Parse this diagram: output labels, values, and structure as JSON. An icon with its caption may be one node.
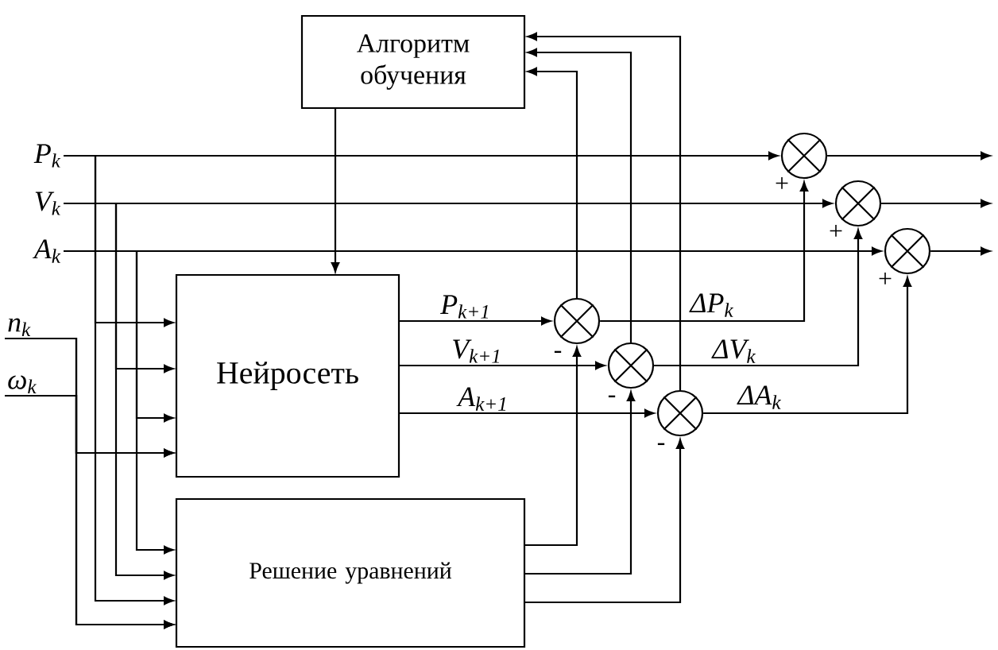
{
  "diagram": {
    "nodes": [
      {
        "text": [
          "Алгоритм обучения"
        ]
      },
      {
        "text": [
          "P$_{k}$"
        ]
      },
      {
        "text": [
          "V$_{k}$"
        ]
      },
      {
        "text": [
          "A$_{k}$"
        ]
      },
      {
        "text": [
          "n$_{k}$"
        ]
      },
      {
        "text": [
          "ω$_{k}$"
        ]
      },
      {
        "text": [
          "Нейросеть"
        ]
      },
      {
        "text": [
          "Решение уравнений"
        ]
      },
      {
        "text": [],
        "shape": "circle",
        "beside": [
          "-"
        ]
      },
      {
        "text": [],
        "shape": "circle",
        "beside": [
          "-"
        ]
      },
      {
        "text": [],
        "shape": "circle",
        "beside": [
          "-"
        ]
      },
      {
        "text": [],
        "shape": "circle",
        "beside": [
          "+"
        ]
      },
      {
        "text": [],
        "shape": "circle",
        "beside": [
          "+"
        ]
      },
      {
        "text": [],
        "shape": "circle",
        "beside": [
          "+"
        ]
      }
    ],
    "edges": [
      {
        "from": 0,
        "to": 6,
        "arrow": "to"
      },
      {
        "from": 1,
        "to": 6,
        "arrow": "to"
      },
      {
        "from": 1,
        "to": 7,
        "arrow": "to"
      },
      {
        "from": 1,
        "to": 11,
        "arrow": "to"
      },
      {
        "from": 2,
        "to": 6,
        "arrow": "to"
      },
      {
        "from": 2,
        "to": 7,
        "arrow": "to"
      },
      {
        "from": 2,
        "to": 12,
        "arrow": "to"
      },
      {
        "from": 3,
        "to": 6,
        "arrow": "to"
      },
      {
        "from": 3,
        "to": 7,
        "arrow": "to"
      },
      {
        "from": 3,
        "to": 13,
        "arrow": "to"
      },
      {
        "from": 4,
        "to": 6,
        "arrow": "to"
      },
      {
        "from": 4,
        "to": 7,
        "arrow": "to"
      },
      {
        "from": 5,
        "to": 6,
        "arrow": "to"
      },
      {
        "from": 5,
        "to": 7,
        "arrow": "to"
      },
      {
        "from": 6,
        "to": 8,
        "arrow": "to",
        "label": "P$_{k+1}$"
      },
      {
        "from": 6,
        "to": 9,
        "arrow": "to",
        "label": "V$_{k+1}$"
      },
      {
        "from": 6,
        "to": 10,
        "arrow": "to",
        "label": "A$_{k+1}$"
      },
      {
        "from": 7,
        "to": 8,
        "arrow": "to"
      },
      {
        "from": 7,
        "to": 9,
        "arrow": "to"
      },
      {
        "from": 7,
        "to": 10,
        "arrow": "to"
      },
      {
        "from": 8,
        "to": 0,
        "arrow": "to"
      },
      {
        "from": 9,
        "to": 0,
        "arrow": "to"
      },
      {
        "from": 10,
        "to": 0,
        "arrow": "to"
      },
      {
        "from": 8,
        "to": 11,
        "arrow": "to",
        "label": "ΔP$_{k}$"
      },
      {
        "from": 9,
        "to": 12,
        "arrow": "to",
        "label": "ΔV$_{k}$"
      },
      {
        "from": 10,
        "to": 13,
        "arrow": "to",
        "label": "ΔA$_{k}$"
      },
      {
        "from": 11,
        "to": null,
        "arrow": "to"
      },
      {
        "from": 12,
        "to": null,
        "arrow": "to"
      },
      {
        "from": 13,
        "to": null,
        "arrow": "to"
      }
    ]
  }
}
